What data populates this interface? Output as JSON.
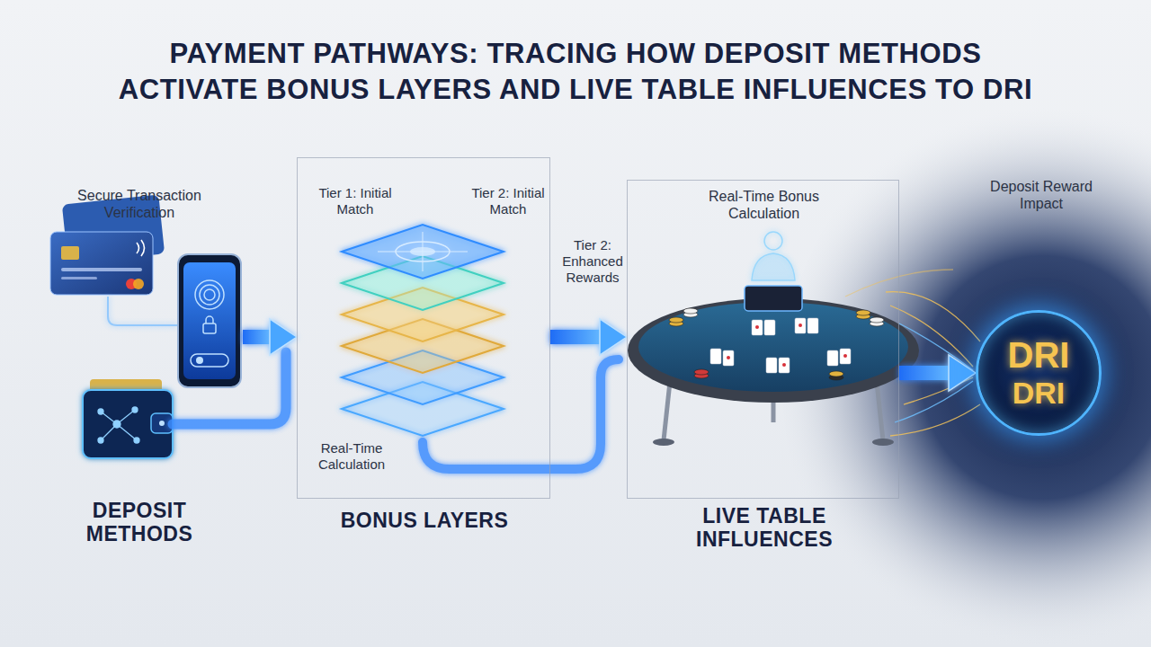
{
  "diagram": {
    "title": "PAYMENT PATHWAYS: TRACING HOW DEPOSIT METHODS ACTIVATE BONUS LAYERS AND LIVE TABLE INFLUENCES TO DRI",
    "nodes": [
      {
        "text": [
          "Secure Transaction Verification",
          "DEPOSIT METHODS"
        ]
      },
      {
        "text": [
          "Tier 1: Initial Match",
          "Tier 2: Initial Match",
          "Tier 2: Enhanced Rewards",
          "Real-Time Calculation",
          "BONUS LAYERS"
        ]
      },
      {
        "text": [
          "Real-Time Bonus Calculation",
          "LIVE TABLE INFLUENCES"
        ]
      },
      {
        "text": [
          "Deposit Reward Impact",
          "DRI",
          "DRI"
        ]
      }
    ],
    "edges": [
      {
        "from": 0,
        "to": 1,
        "arrow": "to"
      },
      {
        "from": 1,
        "to": 2,
        "arrow": "to"
      },
      {
        "from": 2,
        "to": 3,
        "arrow": "to"
      }
    ]
  }
}
